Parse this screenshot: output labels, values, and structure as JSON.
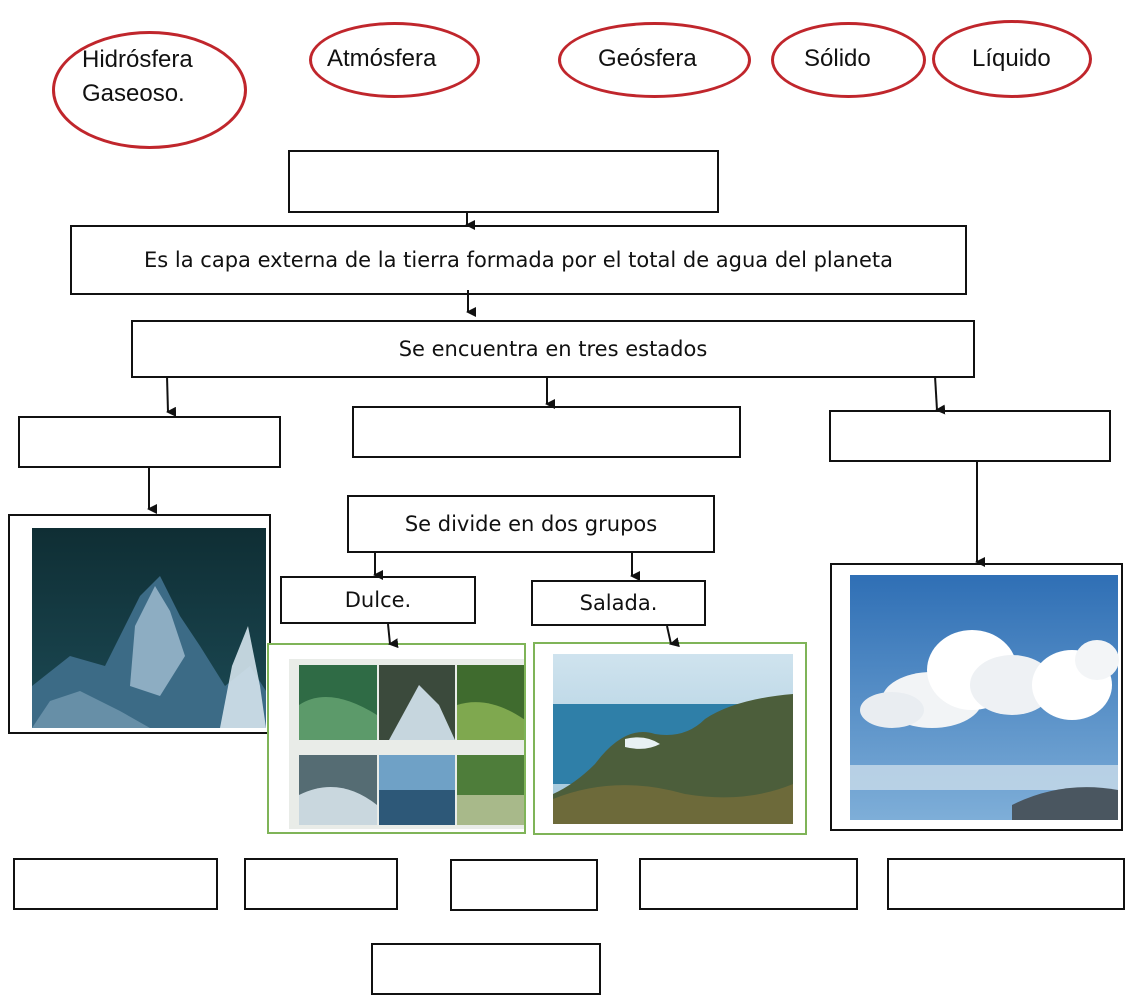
{
  "word_bank": {
    "hidrosfera_gaseoso": [
      "Hidrósfera",
      "Gaseoso."
    ],
    "atmosfera": "Atmósfera",
    "geosfera": "Geósfera",
    "solido": "Sólido",
    "liquido": "Líquido"
  },
  "diagram": {
    "title_box": "",
    "definition": "Es la capa externa de la tierra formada por el total de agua del planeta",
    "states_intro": "Se encuentra en tres estados",
    "state_left": "",
    "state_middle": "",
    "state_right": "",
    "groups_intro": "Se divide en dos grupos",
    "group_fresh": "Dulce.",
    "group_salt": "Salada.",
    "answer_boxes": [
      "",
      "",
      "",
      "",
      "",
      ""
    ]
  },
  "images": {
    "ice": "iceberg-photo",
    "freshwater": "freshwater-collage-photo",
    "saltwater": "coast-photo",
    "clouds": "clouds-photo"
  },
  "colors": {
    "oval_border": "#c0262c",
    "green_frame": "#7fb458",
    "line": "#111111"
  }
}
